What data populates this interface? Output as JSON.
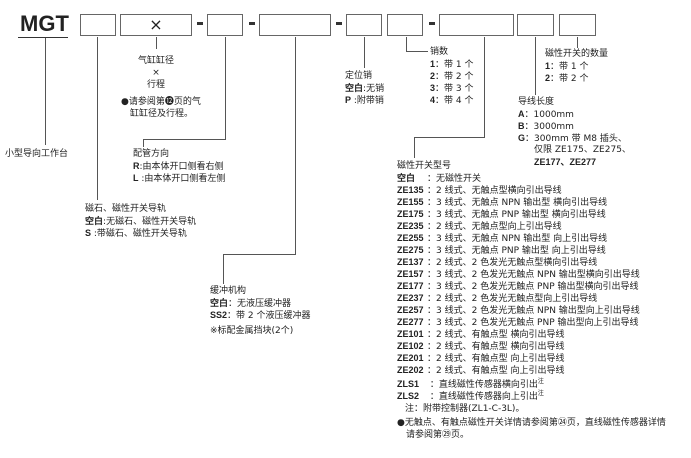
{
  "model": "MGT",
  "times_symbol": "×",
  "series_label": "小型导向工作台",
  "bore_stroke": {
    "l1": "气缸缸径",
    "l2": "×",
    "l3": "行程",
    "note1": "●请参阅第⓬页的气",
    "note2": "缸缸径及行程。"
  },
  "piping": {
    "title": "配管方向",
    "items": [
      {
        "code": "R",
        "sep": ":",
        "desc": "由本体开口侧看右侧"
      },
      {
        "code": "L",
        "sep": " :",
        "desc": "由本体开口侧看左侧"
      }
    ]
  },
  "magnet_rail": {
    "title": "磁石、磁性开关导轨",
    "items": [
      {
        "code": "空白",
        "sep": ":",
        "desc": "无磁石、磁性开关导轨"
      },
      {
        "code": "S",
        "sep": " :",
        "desc": "带磁石、磁性开关导轨"
      }
    ]
  },
  "buffer": {
    "title": "缓冲机构",
    "items": [
      {
        "code": "空白",
        "sep": "：",
        "desc": "无液压缓冲器"
      },
      {
        "code": "SS2",
        "sep": "：",
        "desc": "带 2 个液压缓冲器"
      }
    ],
    "note": "※标配金属挡块(2个)"
  },
  "locating_pin": {
    "title": "定位销",
    "items": [
      {
        "code": "空白",
        "sep": ":",
        "desc": "无销"
      },
      {
        "code": "P",
        "sep": " :",
        "desc": "附带销"
      }
    ]
  },
  "pin_count": {
    "title": "销数",
    "items": [
      {
        "code": "1",
        "sep": "：",
        "desc": "带 1 个"
      },
      {
        "code": "2",
        "sep": "：",
        "desc": "带 2 个"
      },
      {
        "code": "3",
        "sep": "：",
        "desc": "带 3 个"
      },
      {
        "code": "4",
        "sep": "：",
        "desc": "带 4 个"
      }
    ]
  },
  "switch_qty": {
    "title": "磁性开关的数量",
    "items": [
      {
        "code": "1",
        "sep": "：",
        "desc": "带 1 个"
      },
      {
        "code": "2",
        "sep": "：",
        "desc": "带 2 个"
      }
    ]
  },
  "lead_length": {
    "title": "导线长度",
    "items": [
      {
        "code": "A",
        "sep": "：",
        "desc": "1000mm"
      },
      {
        "code": "B",
        "sep": "：",
        "desc": "3000mm"
      },
      {
        "code": "G",
        "sep": "：",
        "desc": "300mm 带 M8 插头、"
      }
    ],
    "cont1": "仅限 ZE175、ZE275、",
    "cont2": "ZE177、ZE277"
  },
  "switch_model": {
    "title": "磁性开关型号",
    "items": [
      {
        "code": "空白",
        "sep": "：",
        "desc": "无磁性开关"
      },
      {
        "code": "ZE135",
        "sep": "：",
        "desc": "2 线式、无触点型横向引出导线"
      },
      {
        "code": "ZE155",
        "sep": "：",
        "desc": "3 线式、无触点 NPN 输出型 横向引出导线"
      },
      {
        "code": "ZE175",
        "sep": "：",
        "desc": "3 线式、无触点 PNP 输出型 横向引出导线"
      },
      {
        "code": "ZE235",
        "sep": "：",
        "desc": "2 线式、无触点型向上引出导线"
      },
      {
        "code": "ZE255",
        "sep": "：",
        "desc": "3 线式、无触点 NPN 输出型 向上引出导线"
      },
      {
        "code": "ZE275",
        "sep": "：",
        "desc": "3 线式、无触点 PNP 输出型 向上引出导线"
      },
      {
        "code": "ZE137",
        "sep": "：",
        "desc": "2 线式、2 色发光无触点型横向引出导线"
      },
      {
        "code": "ZE157",
        "sep": "：",
        "desc": "3 线式、2 色发光无触点 NPN 输出型横向引出导线"
      },
      {
        "code": "ZE177",
        "sep": "：",
        "desc": "3 线式、2 色发光无触点 PNP 输出型横向引出导线"
      },
      {
        "code": "ZE237",
        "sep": "：",
        "desc": "2 线式、2 色发光无触点型向上引出导线"
      },
      {
        "code": "ZE257",
        "sep": "：",
        "desc": "3 线式、2 色发光无触点 NPN 输出型向上引出导线"
      },
      {
        "code": "ZE277",
        "sep": "：",
        "desc": "3 线式、2 色发光无触点 PNP 输出型向上引出导线"
      },
      {
        "code": "ZE101",
        "sep": "：",
        "desc": "2 线式、有触点型 横向引出导线"
      },
      {
        "code": "ZE102",
        "sep": "：",
        "desc": "2 线式、有触点型 横向引出导线"
      },
      {
        "code": "ZE201",
        "sep": "：",
        "desc": "2 线式、有触点型 向上引出导线"
      },
      {
        "code": "ZE202",
        "sep": "：",
        "desc": "2 线式、有触点型 向上引出导线"
      },
      {
        "code": "ZLS1",
        "sep": " ：",
        "desc": "直线磁性传感器横向引出",
        "sup": "注"
      },
      {
        "code": "ZLS2",
        "sep": " ：",
        "desc": "直线磁性传感器向上引出",
        "sup": "注"
      }
    ],
    "note": "注：附带控制器(ZL1-C-3L)。",
    "ref1": "●无触点、有触点磁性开关详情请参阅第㉔页，直线磁性传感器详情",
    "ref2": "请参阅第㉙页。"
  }
}
